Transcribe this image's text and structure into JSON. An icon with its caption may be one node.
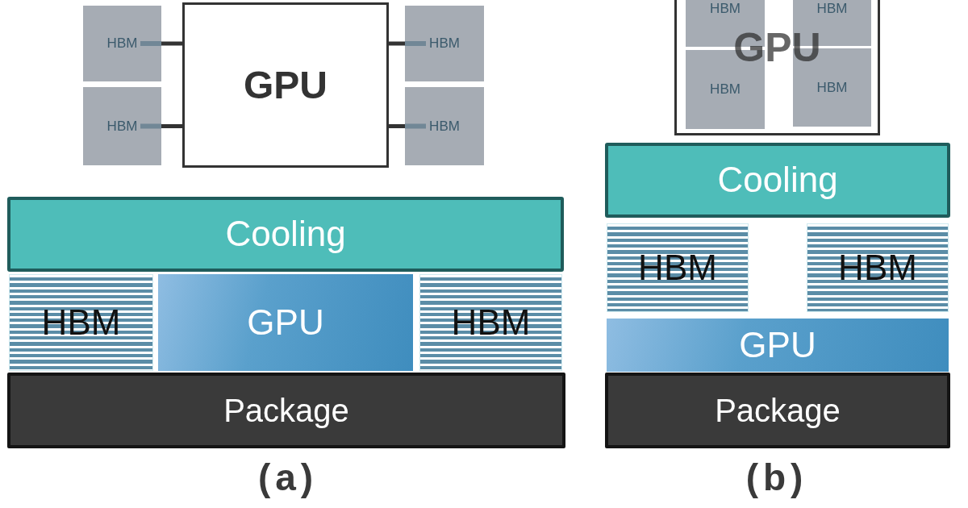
{
  "diagram": {
    "nodes": [
      {
        "text": [
          "HBM"
        ]
      },
      {
        "text": [
          "HBM"
        ]
      },
      {
        "text": [
          "GPU"
        ]
      },
      {
        "text": [
          "HBM"
        ]
      },
      {
        "text": [
          "HBM"
        ]
      },
      {
        "text": [
          "GPU"
        ]
      },
      {
        "text": [
          "HBM"
        ],
        "in": 5
      },
      {
        "text": [
          "HBM"
        ],
        "in": 5
      },
      {
        "text": [
          "HBM"
        ],
        "in": 5
      },
      {
        "text": [
          "HBM"
        ],
        "in": 5
      },
      {
        "text": [
          "Cooling"
        ]
      },
      {
        "text": [
          "HBM"
        ]
      },
      {
        "text": [
          "GPU"
        ]
      },
      {
        "text": [
          "HBM"
        ]
      },
      {
        "text": [
          "Package"
        ]
      },
      {
        "text": [
          "Cooling"
        ]
      },
      {
        "text": [
          "HBM"
        ]
      },
      {
        "text": [
          "HBM"
        ]
      },
      {
        "text": [
          "GPU"
        ]
      },
      {
        "text": [
          "Package"
        ]
      }
    ],
    "edges": [
      {
        "from": 2,
        "to": 0,
        "arrow": "none"
      },
      {
        "from": 2,
        "to": 1,
        "arrow": "none"
      },
      {
        "from": 2,
        "to": 3,
        "arrow": "none"
      },
      {
        "from": 2,
        "to": 4,
        "arrow": "none"
      }
    ],
    "labels": [
      "(a)",
      "(b)"
    ]
  }
}
